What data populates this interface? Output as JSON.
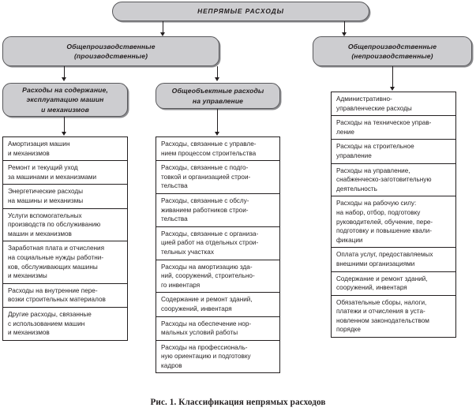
{
  "figure": {
    "caption": "Рис. 1. Классификация непрямых расходов"
  },
  "root": {
    "label": "НЕПРЯМЫЕ РАСХОДЫ"
  },
  "level2": [
    {
      "label": "Общепроизводственные\n(производственные)"
    },
    {
      "label": "Общепроизводственные\n(непроизводственные)"
    }
  ],
  "level3": [
    {
      "label": "Расходы на содержание,\nэксплуатацию машин\nи механизмов"
    },
    {
      "label": "Общеобъектные расходы\nна управление"
    }
  ],
  "columns": {
    "left": {
      "items": [
        "Амортизация машин\nи механизмов",
        "Ремонт и текущий уход\nза машинами и механизмами",
        "Энергетические расходы\nна машины и механизмы",
        "Услуги вспомогательных\nпроизводств по обслуживанию\nмашин и механизмов",
        "Заработная плата и отчисления\nна социальные нужды работни-\nков, обслуживающих машины\nи механизмы",
        "Расходы на внутренние пере-\nвозки строительных материалов",
        "Другие расходы, связанные\nс использованием машин\nи механизмов"
      ]
    },
    "middle": {
      "items": [
        "Расходы, связанные с управле-\nнием процессом строительства",
        "Расходы, связанные с подго-\nтовкой и организацией строи-\nтельства",
        "Расходы, связанные с обслу-\nживанием работников строи-\nтельства",
        "Расходы, связанные с организа-\nцией работ на отдельных строи-\nтельных участках",
        "Расходы на амортизацию зда-\nний, сооружений, строительно-\nго инвентаря",
        "Содержание и ремонт зданий,\nсооружений, инвентаря",
        "Расходы на обеспечение нор-\nмальных условий работы",
        "Расходы на профессиональ-\nную ориентацию и подготовку\nкадров"
      ]
    },
    "right": {
      "items": [
        "Административно-\nуправленческие расходы",
        "Расходы на техническое управ-\nление",
        "Расходы на строительное\nуправление",
        "Расходы на управление,\nснабженческо-заготовительную\nдеятельность",
        "Расходы на рабочую силу:\nна набор, отбор, подготовку\nруководителей, обучение, пере-\nподготовку и повышение квали-\nфикации",
        "Оплата услуг, предоставляемых\nвнешними организациями",
        "Содержание и ремонт зданий,\nсооружений, инвентаря",
        "Обязательные сборы, налоги,\nплатежи и отчисления в уста-\nновленном законодательством\nпорядке"
      ]
    }
  },
  "colors": {
    "node_fill": "#cdcdd0",
    "node_border": "#58585b",
    "line": "#231f20",
    "text": "#231f20",
    "background": "#ffffff"
  }
}
